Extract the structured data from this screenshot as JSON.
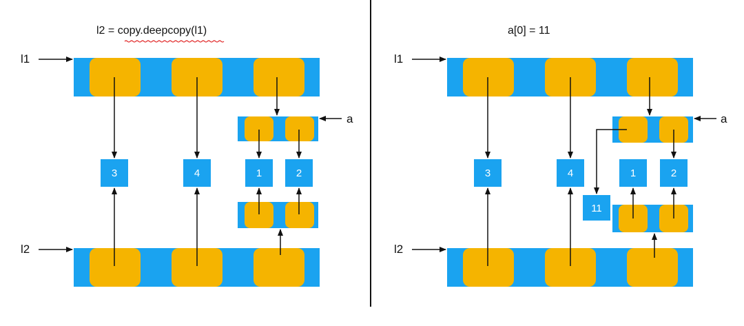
{
  "colors": {
    "bar": "#1aa3f0",
    "cell": "#f5b400",
    "value_box": "#1aa3f0",
    "value_text": "#ffffff",
    "arrow": "#111111",
    "divider": "#111111",
    "squiggle": "#e02020"
  },
  "left_panel": {
    "title": "l2 = copy.deepcopy(l1)",
    "labels": {
      "l1": "l1",
      "l2": "l2",
      "a": "a"
    },
    "values": [
      "3",
      "4",
      "1",
      "2"
    ]
  },
  "right_panel": {
    "title": "a[0] = 11",
    "labels": {
      "l1": "l1",
      "l2": "l2",
      "a": "a"
    },
    "values": [
      "3",
      "4",
      "1",
      "2",
      "11"
    ]
  }
}
